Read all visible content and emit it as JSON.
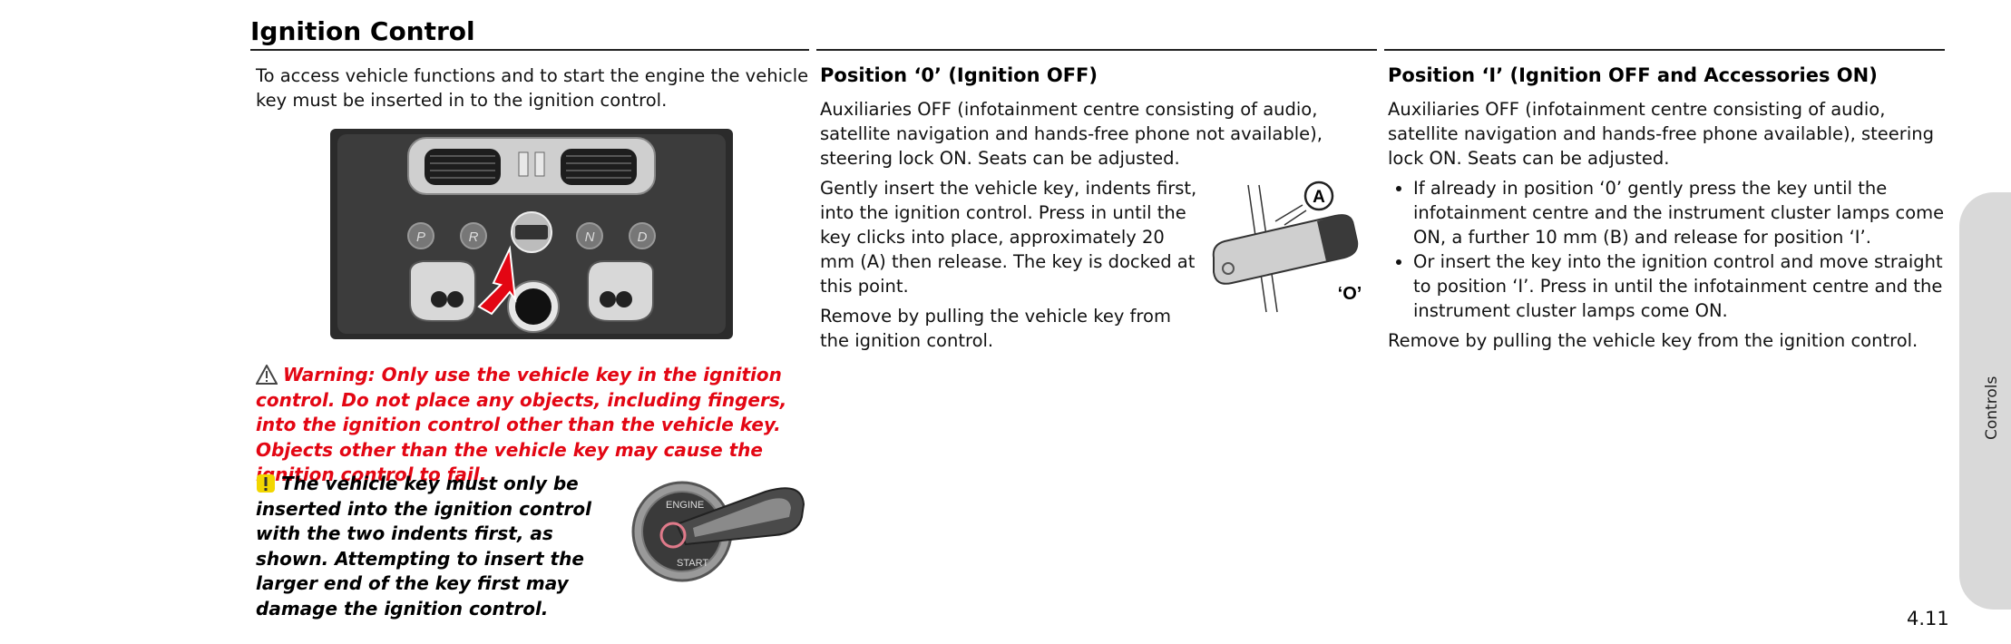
{
  "page": {
    "title": "Ignition Control",
    "side_tab": "Controls",
    "page_number": "4.11"
  },
  "left": {
    "intro": "To access vehicle functions and to start the engine the vehicle key must be inserted in to the ignition control.",
    "console_buttons": [
      "P",
      "R",
      "N",
      "D"
    ],
    "warning": "Warning: Only use the vehicle key in the ignition control. Do not place any objects, including fingers, into the ignition control other than the vehicle key. Objects other than the vehicle key may cause the ignition control to fail.",
    "caution": "The vehicle key must only be inserted into the ignition control with the two indents first, as shown. Attempting to insert the larger end of the key first may damage the ignition control.",
    "start_button_text_top": "ENGINE",
    "start_button_text_bottom": "START"
  },
  "middle": {
    "heading": "Position ‘0’ (Ignition OFF)",
    "para1": "Auxiliaries OFF (infotainment centre consisting of audio, satellite navigation and hands-free phone not available), steering lock ON. Seats can be adjusted.",
    "para2": "Gently insert the vehicle key, indents first, into the ignition control. Press in until the key clicks into place, approximately 20 mm (A) then release. The key is docked at this point.",
    "para3": "Remove by pulling the vehicle key from the ignition control.",
    "diagram_label_a": "A",
    "diagram_label_pos": "‘O’"
  },
  "right": {
    "heading": "Position ‘I’ (Ignition OFF and Accessories ON)",
    "para1": "Auxiliaries OFF (infotainment centre consisting of audio, satellite navigation and hands-free phone available), steering lock ON. Seats can be adjusted.",
    "bullets": [
      "If already in position ‘0’ gently press the key until the infotainment centre and the instrument cluster lamps come ON, a further 10 mm (B) and release for position ‘I’.",
      "Or insert the key into the ignition control and move straight to position ‘I’. Press in until the infotainment centre and the instrument cluster lamps come ON."
    ],
    "para2": "Remove by pulling the vehicle key from the ignition control."
  },
  "colors": {
    "warning": "#e30613",
    "caution_icon": "#f2d600",
    "side_tab": "#d9d9d9"
  }
}
